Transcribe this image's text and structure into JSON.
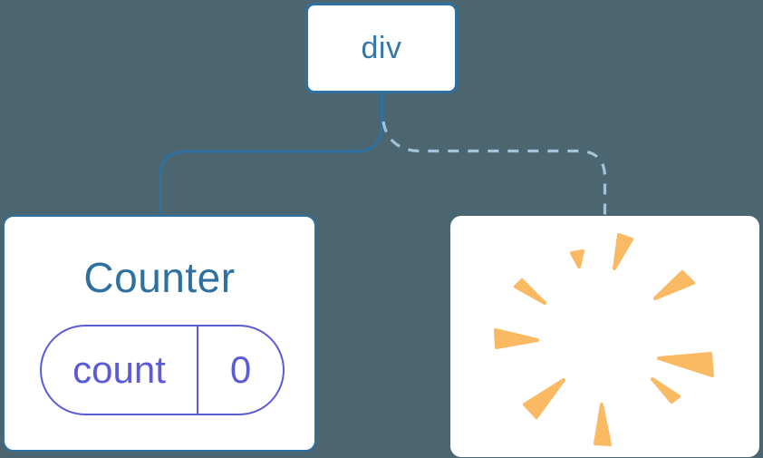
{
  "diagram": {
    "root": {
      "label": "div"
    },
    "counter": {
      "title": "Counter",
      "state_key": "count",
      "state_value": "0"
    },
    "removed": {
      "effect": "poof-starburst"
    },
    "connectors": {
      "left_style": "solid",
      "right_style": "dashed"
    },
    "colors": {
      "background": "#4C6671",
      "node_border": "#2E71A1",
      "node_fill": "#FFFFFF",
      "root_text": "#3777A8",
      "counter_text": "#2E71A1",
      "state_accent": "#5B5BD6",
      "solid_connector": "#2E71A1",
      "dashed_connector": "#A3C3D8",
      "poof": "#FAB963"
    }
  }
}
